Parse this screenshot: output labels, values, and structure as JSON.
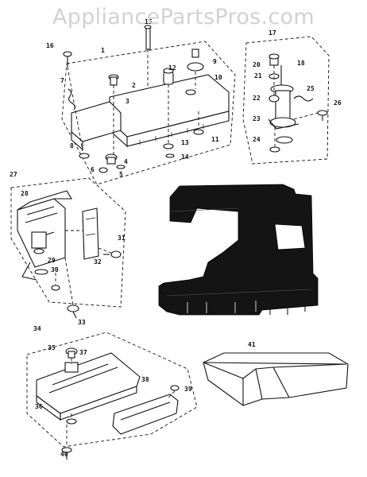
{
  "watermark": "AppliancePartsPros.com",
  "callouts": {
    "c1": "1",
    "c2": "2",
    "c3": "3",
    "c4": "4",
    "c5": "5",
    "c6": "6",
    "c7": "7",
    "c8": "8",
    "c9": "9",
    "c10": "10",
    "c11": "11",
    "c12": "12",
    "c13": "13",
    "c14": "14",
    "c15": "15",
    "c16": "16",
    "c17": "17",
    "c18": "18",
    "c20": "20",
    "c21": "21",
    "c22": "22",
    "c23": "23",
    "c24": "24",
    "c25": "25",
    "c26": "26",
    "c27": "27",
    "c28": "28",
    "c29": "29",
    "c30": "30",
    "c31": "31",
    "c32": "32",
    "c33": "33",
    "c34": "34",
    "c35": "35",
    "c36": "36",
    "c37": "37",
    "c38": "38",
    "c39": "39",
    "c40": "40",
    "c41": "41"
  },
  "colors": {
    "ink": "#111111",
    "paper": "#ffffff",
    "watermark": "#d2d2d2"
  }
}
